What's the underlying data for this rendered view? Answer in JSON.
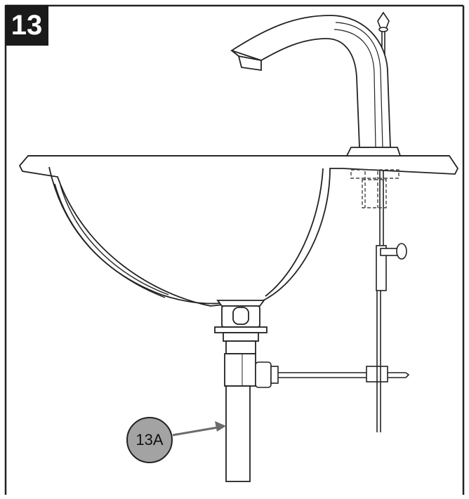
{
  "step": {
    "number": "13"
  },
  "callouts": [
    {
      "label": "13A",
      "target": "tailpiece"
    }
  ],
  "colors": {
    "badge_bg": "#1a1a1a",
    "badge_text": "#ffffff",
    "callout_fill": "#a3a3a3",
    "line": "#222222",
    "arrow": "#6b6b6b"
  }
}
